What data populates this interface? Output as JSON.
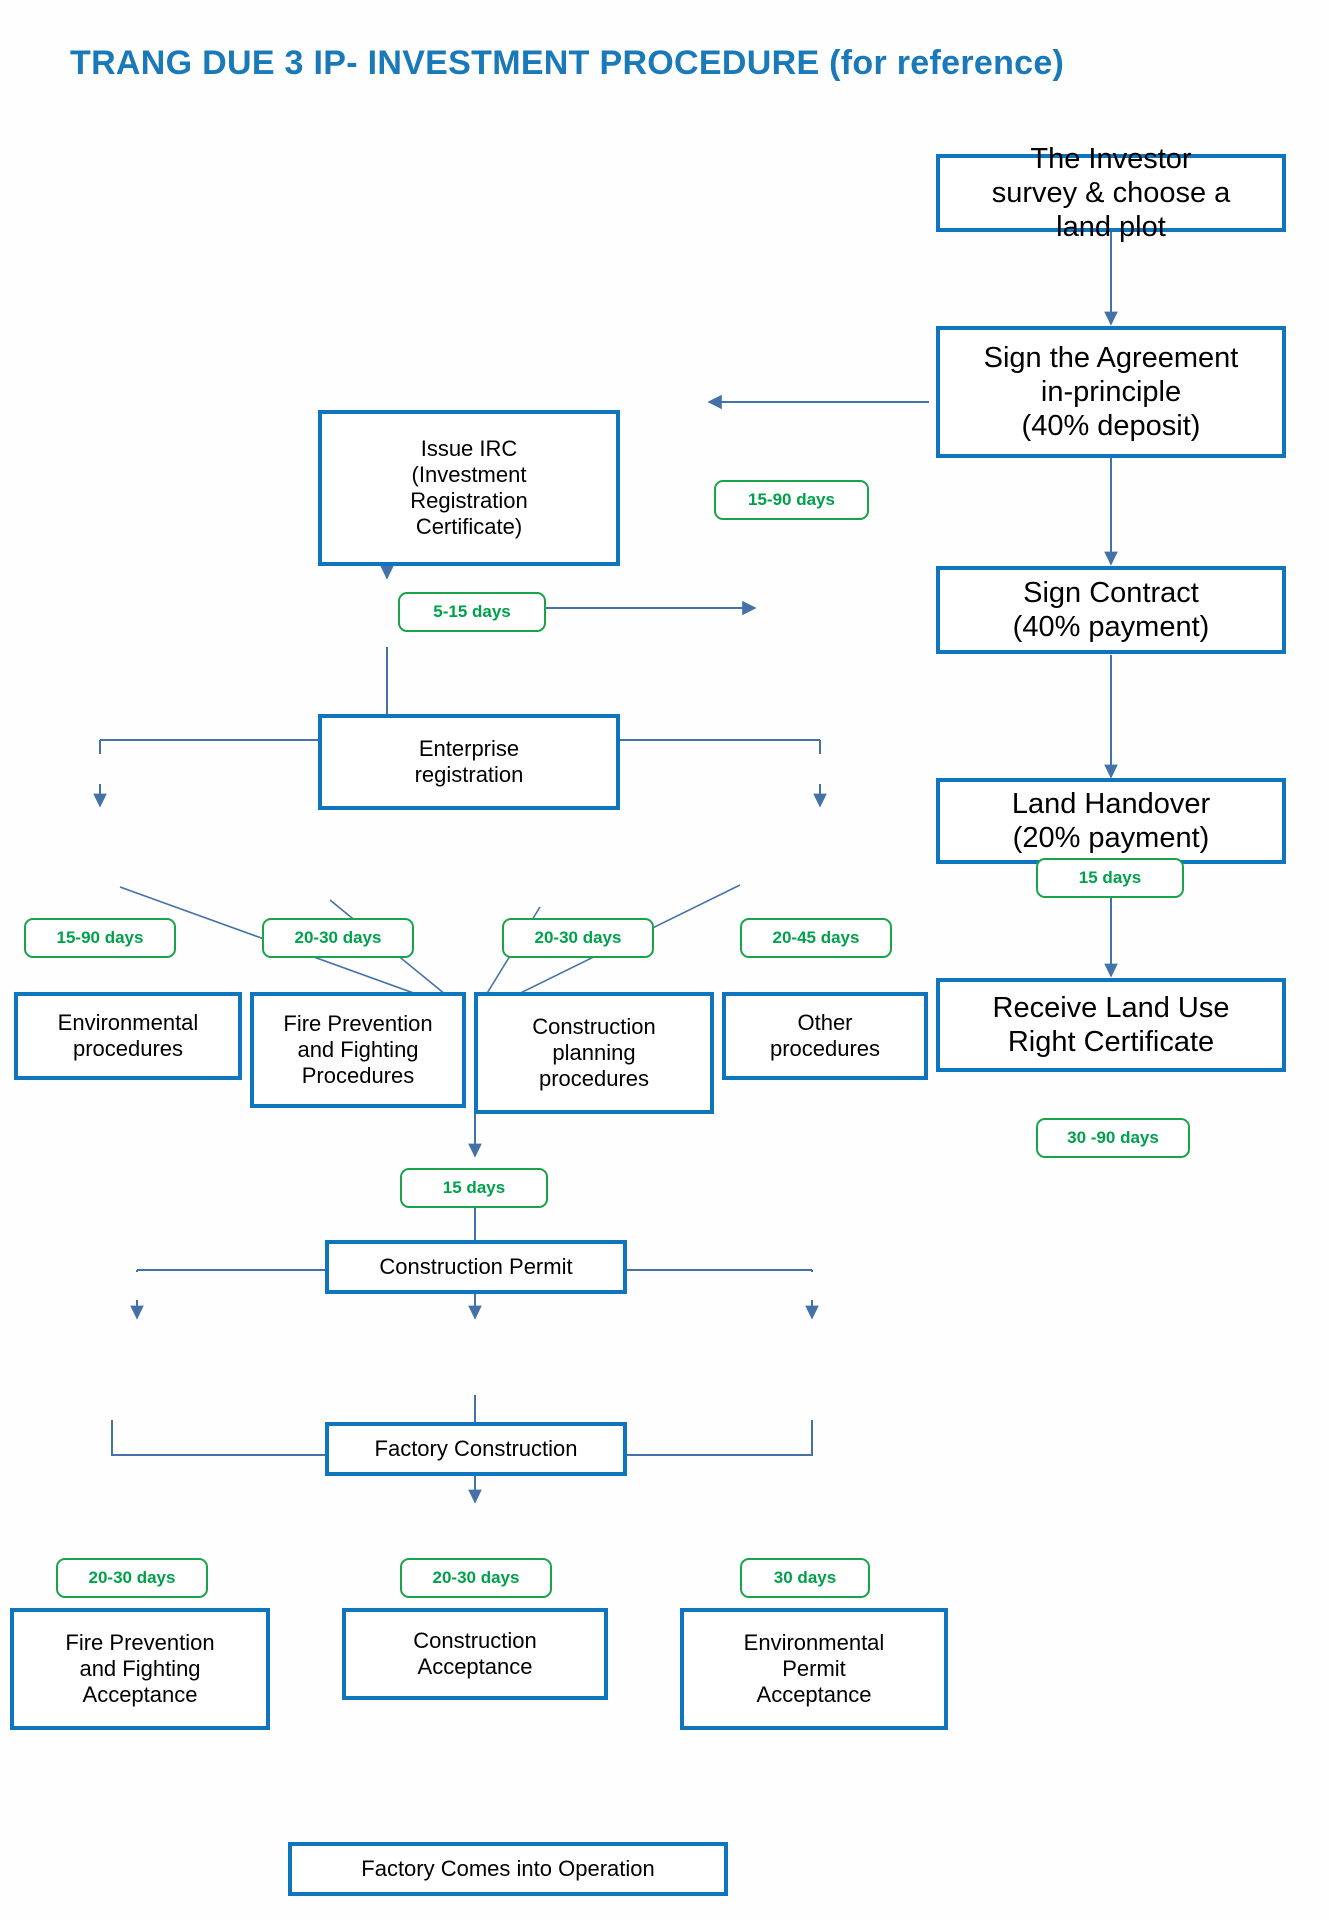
{
  "page": {
    "title": "TRANG DUE 3 IP- INVESTMENT PROCEDURE (for reference)",
    "accent_blue": "#0f75bc",
    "title_blue": "#1a7ab9",
    "label_green": "#00a14b",
    "label_border_green": "#19a449",
    "connector_blue": "#4472a8",
    "background": "#ffffff"
  },
  "chart_data": {
    "type": "diagram",
    "title": "TRANG DUE 3 IP- INVESTMENT PROCEDURE (for reference)",
    "nodes": [
      {
        "id": "investor_survey",
        "label": "The Investor survey & choose a land plot"
      },
      {
        "id": "sign_agreement",
        "label": "Sign the Agreement in-principle (40% deposit)"
      },
      {
        "id": "issue_irc",
        "label": "Issue IRC (Investment Registration Certificate)"
      },
      {
        "id": "enterprise_reg",
        "label": "Enterprise registration"
      },
      {
        "id": "sign_contract",
        "label": "Sign Contract (40% payment)"
      },
      {
        "id": "land_handover",
        "label": "Land Handover (20% payment)"
      },
      {
        "id": "receive_lurc",
        "label": "Receive Land Use Right Certificate"
      },
      {
        "id": "environmental_proc",
        "label": "Environmental procedures"
      },
      {
        "id": "fire_proc",
        "label": "Fire Prevention and Fighting Procedures"
      },
      {
        "id": "construction_plan",
        "label": "Construction planning procedures"
      },
      {
        "id": "other_proc",
        "label": "Other procedures"
      },
      {
        "id": "construction_permit",
        "label": "Construction Permit"
      },
      {
        "id": "factory_construction",
        "label": "Factory Construction"
      },
      {
        "id": "fire_acceptance",
        "label": "Fire Prevention and Fighting Acceptance"
      },
      {
        "id": "construction_accept",
        "label": "Construction Acceptance"
      },
      {
        "id": "env_permit_accept",
        "label": "Environmental Permit Acceptance"
      },
      {
        "id": "factory_operation",
        "label": "Factory Comes into Operation"
      }
    ],
    "edges": [
      {
        "from": "investor_survey",
        "to": "sign_agreement",
        "label": ""
      },
      {
        "from": "sign_agreement",
        "to": "issue_irc",
        "label": "15-90 days"
      },
      {
        "from": "sign_agreement",
        "to": "sign_contract",
        "label": ""
      },
      {
        "from": "issue_irc",
        "to": "enterprise_reg",
        "label": "5-15 days"
      },
      {
        "from": "enterprise_reg",
        "to": "sign_contract",
        "label": ""
      },
      {
        "from": "sign_contract",
        "to": "land_handover",
        "label": "15 days"
      },
      {
        "from": "land_handover",
        "to": "receive_lurc",
        "label": "30 -90 days"
      },
      {
        "from": "enterprise_reg",
        "to": "environmental_proc",
        "label": "15-90 days"
      },
      {
        "from": "enterprise_reg",
        "to": "fire_proc",
        "label": "20-30 days"
      },
      {
        "from": "enterprise_reg",
        "to": "construction_plan",
        "label": "20-30 days"
      },
      {
        "from": "enterprise_reg",
        "to": "other_proc",
        "label": "20-45 days"
      },
      {
        "from": "environmental_proc",
        "to": "construction_permit",
        "label": "15 days"
      },
      {
        "from": "fire_proc",
        "to": "construction_permit",
        "label": "15 days"
      },
      {
        "from": "construction_plan",
        "to": "construction_permit",
        "label": "15 days"
      },
      {
        "from": "other_proc",
        "to": "construction_permit",
        "label": "15 days"
      },
      {
        "from": "construction_permit",
        "to": "factory_construction",
        "label": ""
      },
      {
        "from": "factory_construction",
        "to": "fire_acceptance",
        "label": "20-30 days"
      },
      {
        "from": "factory_construction",
        "to": "construction_accept",
        "label": "20-30 days"
      },
      {
        "from": "factory_construction",
        "to": "env_permit_accept",
        "label": "30 days"
      },
      {
        "from": "fire_acceptance",
        "to": "factory_operation",
        "label": ""
      },
      {
        "from": "construction_accept",
        "to": "factory_operation",
        "label": ""
      },
      {
        "from": "env_permit_accept",
        "to": "factory_operation",
        "label": ""
      }
    ]
  },
  "nodes": {
    "investor_survey": {
      "line1": "The Investor",
      "line2": "survey & choose a",
      "line3": "land plot"
    },
    "sign_agreement": {
      "line1": "Sign the Agreement",
      "line2": "in-principle",
      "line3": "(40% deposit)"
    },
    "issue_irc": {
      "line1": "Issue IRC",
      "line2": "(Investment",
      "line3": "Registration",
      "line4": "Certificate)"
    },
    "enterprise_reg": {
      "line1": "Enterprise",
      "line2": "registration"
    },
    "sign_contract": {
      "line1": "Sign Contract",
      "line2": "(40% payment)"
    },
    "land_handover": {
      "line1": "Land Handover",
      "line2": "(20% payment)"
    },
    "receive_lurc": {
      "line1": "Receive Land Use",
      "line2": "Right Certificate"
    },
    "environmental_proc": {
      "line1": "Environmental",
      "line2": "procedures"
    },
    "fire_proc": {
      "line1": "Fire Prevention",
      "line2": "and Fighting",
      "line3": "Procedures"
    },
    "construction_plan": {
      "line1": "Construction",
      "line2": "planning",
      "line3": "procedures"
    },
    "other_proc": {
      "line1": "Other",
      "line2": "procedures"
    },
    "construction_permit": {
      "line1": "Construction Permit"
    },
    "factory_construction": {
      "line1": "Factory Construction"
    },
    "fire_acceptance": {
      "line1": "Fire Prevention",
      "line2": "and Fighting",
      "line3": "Acceptance"
    },
    "construction_accept": {
      "line1": "Construction",
      "line2": "Acceptance"
    },
    "env_permit_accept": {
      "line1": "Environmental",
      "line2": "Permit",
      "line3": "Acceptance"
    },
    "factory_operation": {
      "line1": "Factory Comes into Operation"
    }
  },
  "day_labels": {
    "irc_from_agreement": "15-90 days",
    "enterprise_from_irc": "5-15 days",
    "env_proc": "15-90 days",
    "fire_proc": "20-30 days",
    "construction_plan": "20-30 days",
    "other_proc": "20-45 days",
    "construction_permit": "15 days",
    "land_handover": "15 days",
    "receive_lurc": "30 -90 days",
    "fire_acceptance": "20-30 days",
    "construction_acceptance": "20-30 days",
    "env_permit_acceptance": "30 days"
  }
}
